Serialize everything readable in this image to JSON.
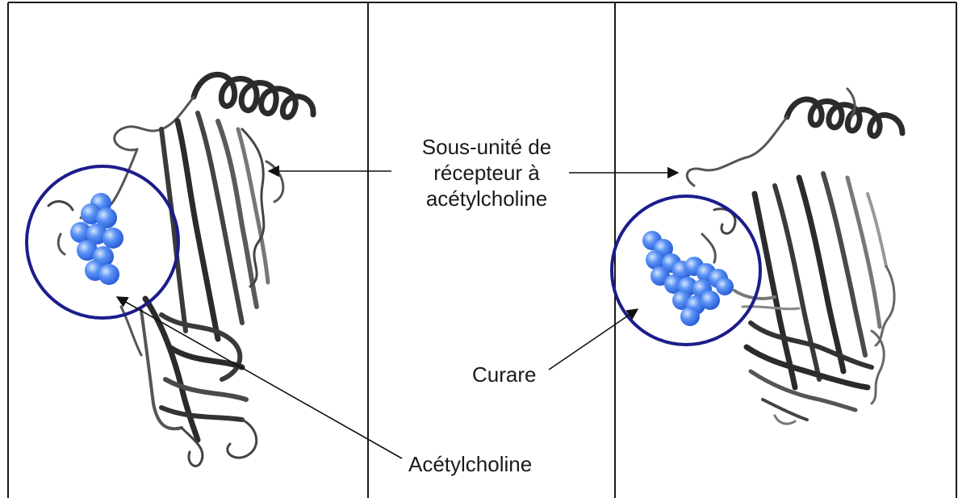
{
  "labels": {
    "subunit": [
      "Sous-unité de",
      "récepteur à",
      "acétylcholine"
    ],
    "curare": "Curare",
    "acetylcholine": "Acétylcholine"
  },
  "colors": {
    "frame": "#1a1a1a",
    "circle": "#1c1c8c",
    "molecule": "#3f7ff0",
    "molecule_light": "#9cc2ff",
    "ribbon": "#333333",
    "ribbon_light": "#8a8a8a",
    "arrow": "#111111"
  }
}
